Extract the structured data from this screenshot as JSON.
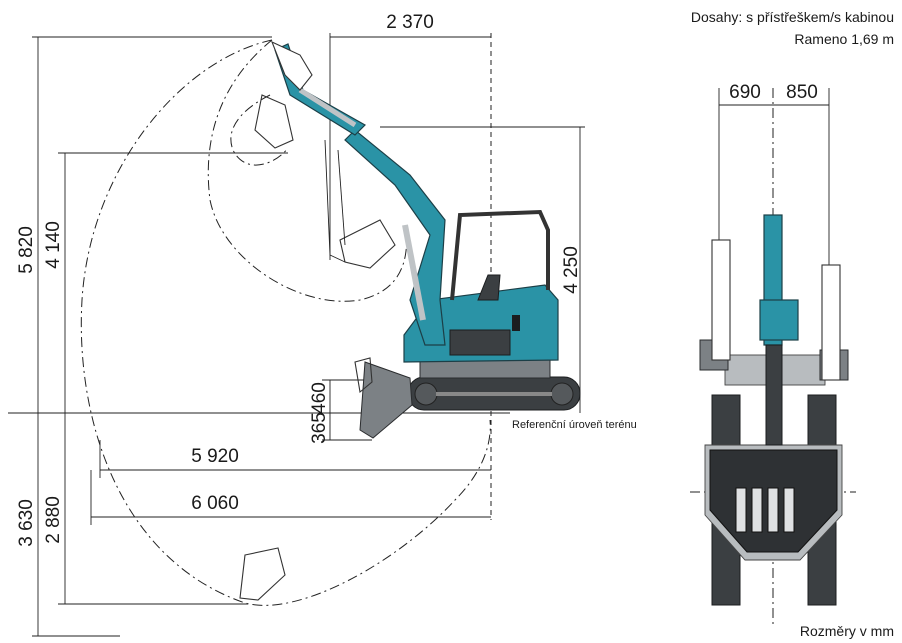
{
  "header": {
    "line1": "Dosahy: s přístřeškem/s kabinou",
    "line2": "Rameno 1,69 m"
  },
  "dimensions": {
    "top_width": "2 370",
    "max_height_total": "5 820",
    "dump_height": "4 140",
    "cab_height": "4 250",
    "blade_height": "460",
    "blade_depth": "365",
    "reach_ground": "5 920",
    "reach_max": "6 060",
    "dig_depth_total": "3 630",
    "dig_depth": "2 880",
    "front_left": "690",
    "front_right": "850"
  },
  "labels": {
    "ground_reference": "Referenční úroveň terénu",
    "units_note": "Rozměry v mm"
  },
  "colors": {
    "machine_accent": "#2a93a6",
    "machine_dark": "#3b3f42"
  }
}
